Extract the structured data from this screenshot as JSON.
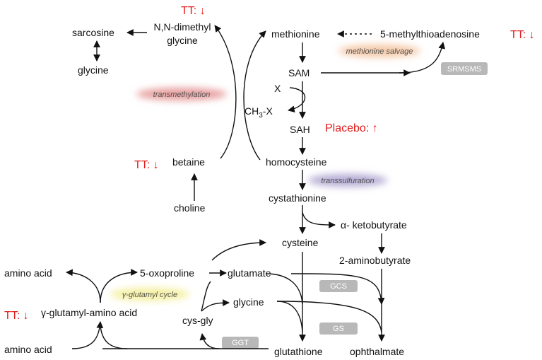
{
  "nodes": {
    "sarcosine": "sarcosine",
    "glycine_top": "glycine",
    "nn_dimethyl_line1": "N,N-dimethyl",
    "nn_dimethyl_line2": "glycine",
    "methionine": "methionine",
    "mta": "5-methylthioadenosine",
    "sam": "SAM",
    "x": "X",
    "ch3x": "CH",
    "ch3x_sub": "3",
    "ch3x_tail": "-X",
    "sah": "SAH",
    "betaine": "betaine",
    "choline": "choline",
    "homocysteine": "homocysteine",
    "cystathionine": "cystathionine",
    "ketobutyrate": "α- ketobutyrate",
    "cysteine": "cysteine",
    "aminobutyrate": "2-aminobutyrate",
    "amino_acid_1": "amino acid",
    "oxoproline": "5-oxoproline",
    "glutamate": "glutamate",
    "gamma_glutamyl": "γ-glutamyl-amino acid",
    "glycine_bottom": "glycine",
    "cys_gly": "cys-gly",
    "amino_acid_2": "amino acid",
    "glutathione": "glutathione",
    "ophthalmate": "ophthalmate"
  },
  "annotations": {
    "tt_dimethylglycine": "TT: ↓",
    "tt_mta": "TT: ↓",
    "placebo_sah": "Placebo: ↑",
    "tt_betaine": "TT: ↓",
    "tt_gamma_glutamyl": "TT: ↓"
  },
  "pathway_labels": {
    "methionine_salvage": "methionine salvage",
    "transmethylation": "transmethylation",
    "transsulfuration": "transsulfuration",
    "gamma_glutamyl_cycle": "γ-glutamyl cycle"
  },
  "enzyme_badges": {
    "srmsms": "SRMSMS",
    "gcs": "GCS",
    "gs": "GS",
    "ggt": "GGT"
  },
  "colors": {
    "annotation": "#e21b1b",
    "badge": "#b8b8b8",
    "salvage_glow": "#f5c9a8",
    "transmethylation_glow": "#e8a0a0",
    "transsulfuration_glow": "#b7aed6",
    "gamma_glow": "#f5f0a0"
  }
}
